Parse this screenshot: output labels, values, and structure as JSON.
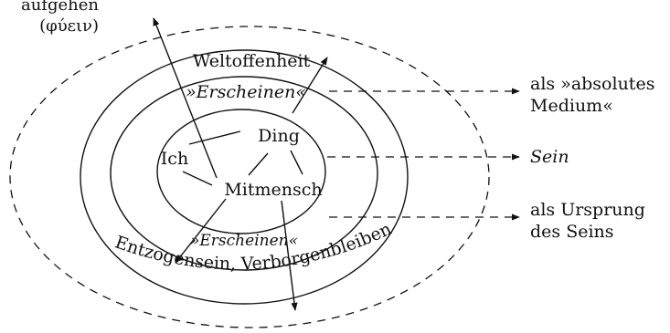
{
  "labels": {
    "top_left_line1": "aufgehen",
    "top_left_line2": "(φύειν)",
    "weltoffenheit": "Weltoffenheit",
    "erscheinen_top": "»Erscheinen«",
    "ding": "Ding",
    "ich": "Ich",
    "mitmensch": "Mitmensch",
    "erscheinen_bottom": "»Erscheinen«",
    "entzogensein_arc": "Entzogensein, Verborgenbleiben",
    "right_1_line1": "als »absolutes",
    "right_1_line2": "Medium«",
    "right_2": "Sein",
    "right_3_line1": "als Ursprung",
    "right_3_line2": "des Seins"
  }
}
